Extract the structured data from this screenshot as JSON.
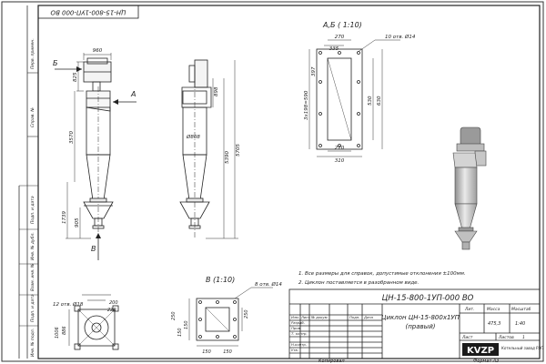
{
  "drawing": {
    "number_rotated": "ЦН-15-800-1УП-000 ВО",
    "designation": "ЦН-15-800-1УП-000 ВО",
    "title_line1": "Циклон ЦН-15-800х1УП",
    "title_line2": "(правый)",
    "sheet": "Лист",
    "sheets": "Листов",
    "sheets_count": "1",
    "stage": "Лит.",
    "mass_label": "Масса",
    "mass_value": "475,3",
    "scale_label": "Масштаб",
    "scale_value": "1:40",
    "company": "Котельный завод РЭП",
    "logo": "KVZP",
    "copied": "Копировал",
    "format": "Формат А3"
  },
  "title_block_rows": [
    "Изм.",
    "Лист",
    "№ докум.",
    "Подп.",
    "Дата",
    "Разраб.",
    "Пров.",
    "Т. контр.",
    "Н.контр.",
    "Утв."
  ],
  "left_strip": [
    "Перв. примен.",
    "Справ. №",
    "Подп. и дата",
    "Инв. № дубл.",
    "Взам. инв. №",
    "Подп. и дата",
    "Инв. № подл."
  ],
  "notes": [
    "1. Все размеры для справок, допустимые отклонения ±100мм.",
    "2. Циклон поставляется в разобранном виде."
  ],
  "views": {
    "ab": "А,Б ( 1:10)",
    "v": "В (1:10)"
  },
  "arrows": {
    "a": "А",
    "b": "Б",
    "v": "В"
  },
  "dims": {
    "d960": "960",
    "d825": "825",
    "d3570": "3570",
    "d1739": "1739",
    "d905": "905",
    "d898": "898",
    "d808": "Ø808",
    "d5390": "5390",
    "d5705": "5705",
    "d270": "270",
    "d335": "335",
    "d10": "10 отв. Ø14",
    "d397": "397",
    "d3x198": "3х198=590",
    "d530": "530",
    "d630": "630",
    "d210": "210",
    "d310": "310",
    "d8holes": "8 отв. Ø14",
    "d250a": "250",
    "d150a": "150",
    "d150b": "150",
    "d150c": "150",
    "d250b": "250",
    "d150d": "150",
    "d12holes": "12 отв. Ø18",
    "d200": "200",
    "d220": "220",
    "d1006": "1006",
    "d886": "886"
  }
}
